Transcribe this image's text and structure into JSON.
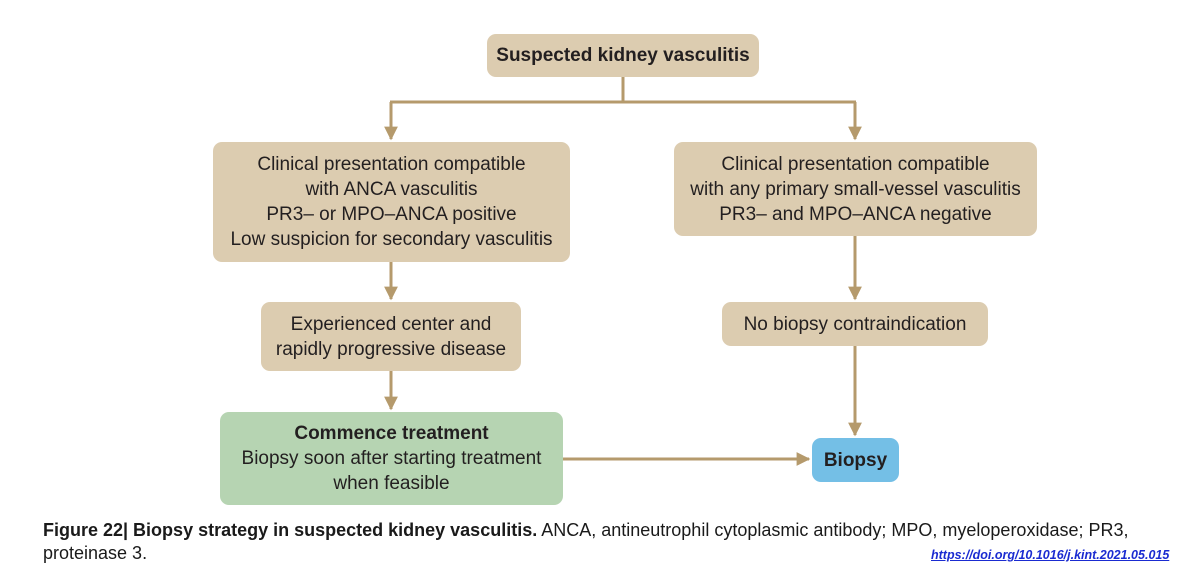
{
  "diagram": {
    "colors": {
      "connector": "#b59a6c",
      "tan_box": "#dcccb0",
      "green_box": "#b6d4b2",
      "blue_box": "#74bfe6"
    },
    "nodes": {
      "suspected": {
        "lines": [
          "Suspected kidney vasculitis"
        ]
      },
      "anca_positive": {
        "lines": [
          "Clinical presentation compatible",
          "with ANCA vasculitis",
          "PR3– or MPO–ANCA positive",
          "Low suspicion for secondary vasculitis"
        ]
      },
      "anca_negative": {
        "lines": [
          "Clinical presentation compatible",
          "with any primary small-vessel vasculitis",
          "PR3– and MPO–ANCA negative"
        ]
      },
      "experienced_center": {
        "lines": [
          "Experienced center and",
          "rapidly progressive disease"
        ]
      },
      "no_contraindication": {
        "lines": [
          "No biopsy contraindication"
        ]
      },
      "commence_treatment": {
        "title": "Commence treatment",
        "lines": [
          "Biopsy soon after starting treatment",
          "when feasible"
        ]
      },
      "biopsy": {
        "lines": [
          "Biopsy"
        ]
      }
    }
  },
  "caption": {
    "title": "Figure 22| Biopsy strategy in suspected kidney vasculitis.",
    "text": " ANCA, antineutrophil cytoplasmic antibody; MPO, myeloperoxidase; PR3, proteinase 3."
  },
  "source_link": "https://doi.org/10.1016/j.kint.2021.05.015"
}
